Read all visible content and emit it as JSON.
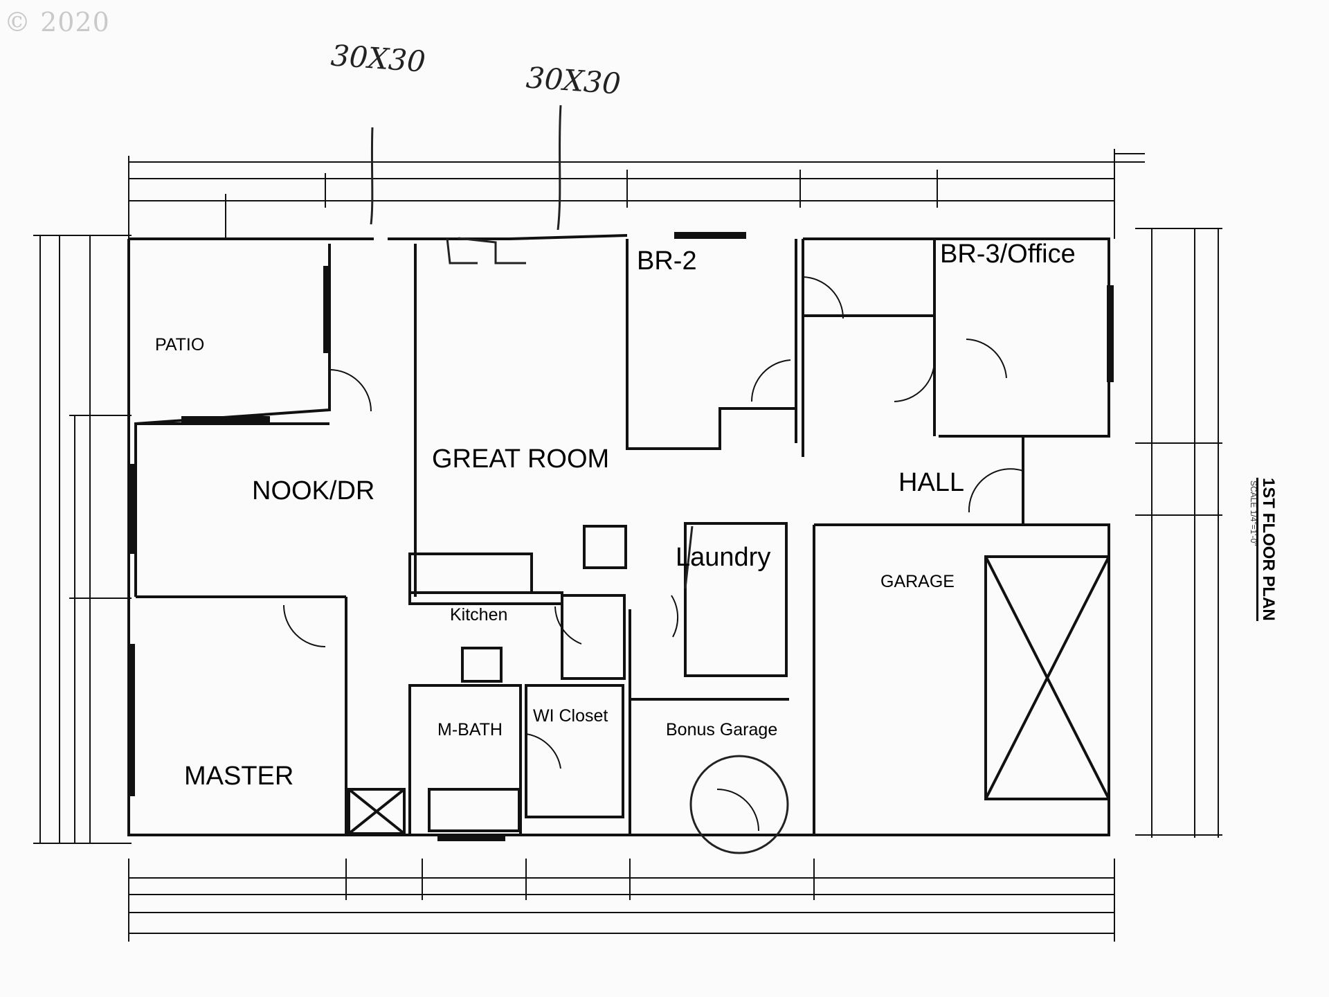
{
  "copyright": "© 2020",
  "handwritten": {
    "window_note_1": "30X30",
    "window_note_2": "30X30"
  },
  "rooms": {
    "patio": "PATIO",
    "great_room": "GREAT ROOM",
    "br2": "BR-2",
    "br3": "BR-3/Office",
    "nook": "NOOK/DR",
    "hall": "HALL",
    "laundry": "Laundry",
    "garage": "GARAGE",
    "kitchen": "Kitchen",
    "m_bath": "M-BATH",
    "wi_closet": "WI Closet",
    "bonus_garage": "Bonus Garage",
    "master": "MASTER"
  },
  "sheet": {
    "title": "1ST FLOOR PLAN",
    "scale": "SCALE 1/4\"=1'-0\""
  },
  "colors": {
    "line": "#111111",
    "background": "#fbfbfb"
  }
}
